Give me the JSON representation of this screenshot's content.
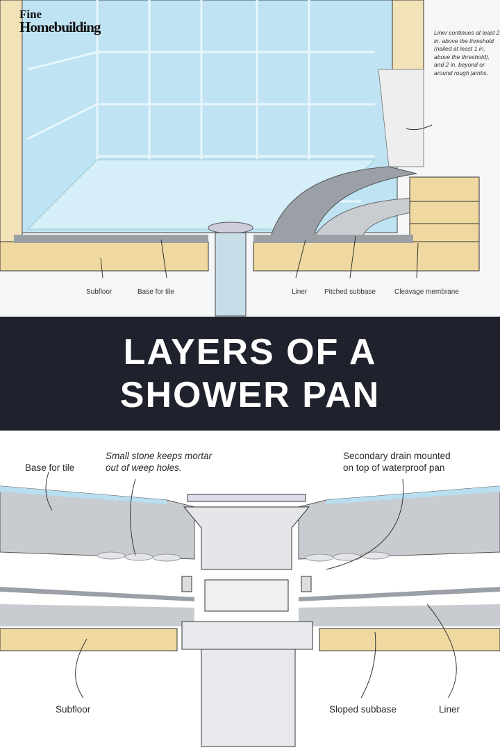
{
  "logo": {
    "line1": "Fine",
    "line2": "Homebuilding"
  },
  "title": {
    "line1": "LAYERS OF A",
    "line2": "SHOWER PAN"
  },
  "top_diagram": {
    "note": "Liner continues at least 2 in. above the threshold (nailed at least 1 in. above the threshold), and 2 in. beyond or around rough jambs.",
    "labels": [
      "Subfloor",
      "Base for tile",
      "Liner",
      "Pitched subbase",
      "Cleavage membrane"
    ]
  },
  "bottom_diagram": {
    "base_for_tile": "Base for tile",
    "stone_note_line1": "Small stone keeps mortar",
    "stone_note_line2": "out of weep holes.",
    "drain_note_line1": "Secondary drain mounted",
    "drain_note_line2": "on top of waterproof pan",
    "subfloor": "Subfloor",
    "sloped_subbase": "Sloped subbase",
    "liner": "Liner"
  }
}
